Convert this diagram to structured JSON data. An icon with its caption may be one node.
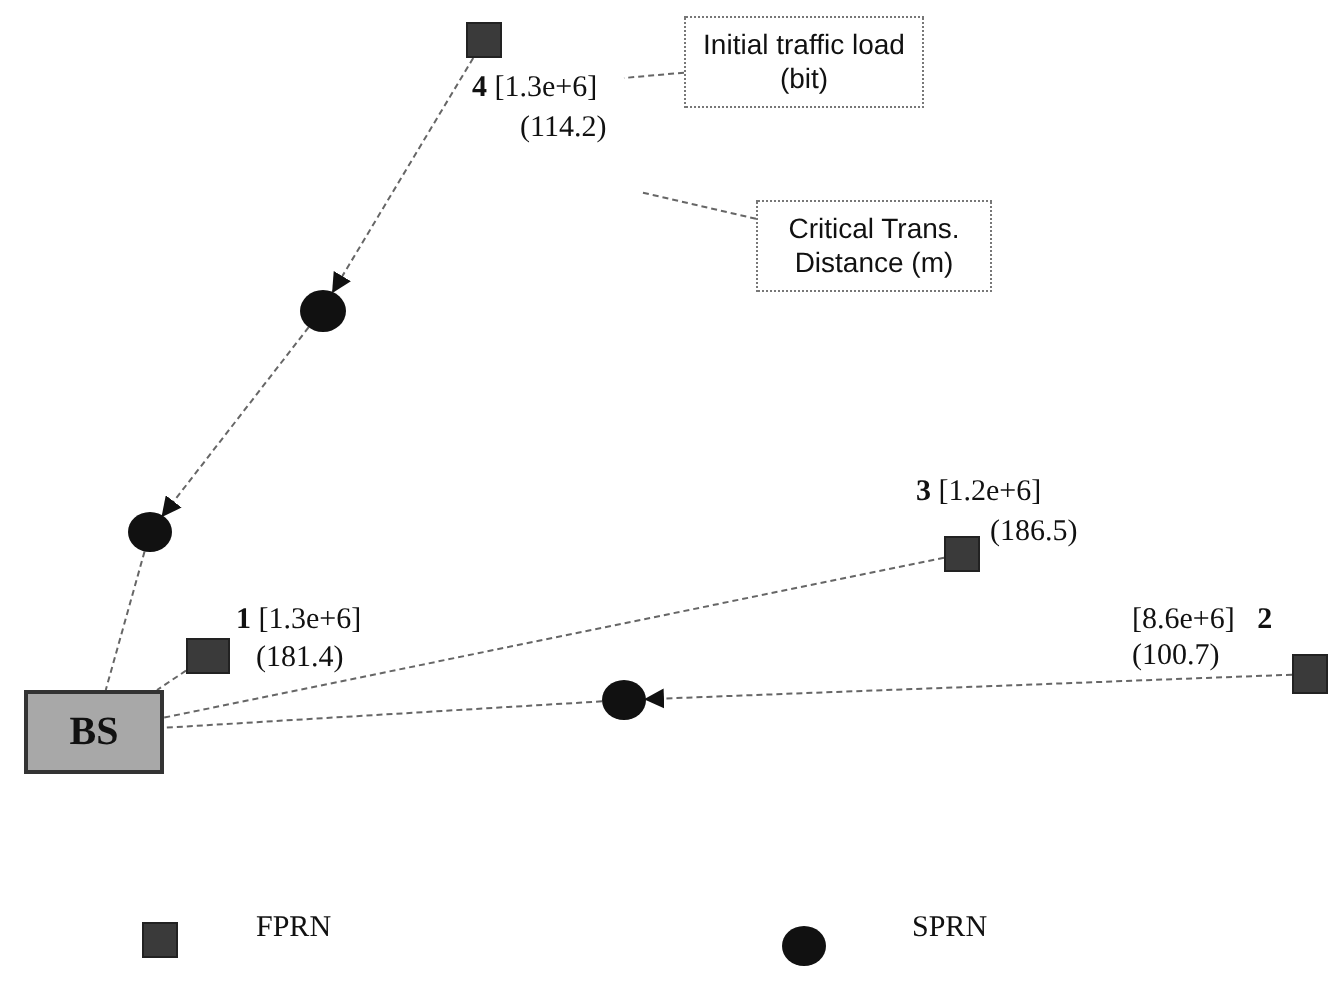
{
  "diagram": {
    "nodes": [
      {
        "text": [],
        "shape": "box",
        "beside": [
          "**4** [1.3e+6]",
          "(114.2)"
        ]
      },
      {
        "text": [
          "Initial traffic load (bit)"
        ]
      },
      {
        "text": [
          "Critical Trans. Distance (m)"
        ]
      },
      {
        "text": [],
        "shape": "circle"
      },
      {
        "text": [],
        "shape": "box",
        "beside": [
          "**3** [1.2e+6]",
          "(186.5)"
        ]
      },
      {
        "text": [],
        "shape": "circle"
      },
      {
        "text": [],
        "shape": "box",
        "beside": [
          "**1** [1.3e+6]",
          "(181.4)"
        ]
      },
      {
        "text": [],
        "shape": "box",
        "beside": [
          "[8.6e+6]   **2**",
          "(100.7)"
        ]
      },
      {
        "text": [
          "BS"
        ]
      },
      {
        "text": [],
        "shape": "circle"
      }
    ],
    "edges": [
      {
        "from": 0,
        "to": 3,
        "arrow": "to"
      },
      {
        "from": 3,
        "to": 5,
        "arrow": "to"
      },
      {
        "from": 5,
        "to": 8,
        "arrow": "none"
      },
      {
        "from": 6,
        "to": 8,
        "arrow": "none"
      },
      {
        "from": 4,
        "to": 8,
        "arrow": "none"
      },
      {
        "from": 7,
        "to": 9,
        "arrow": "to"
      },
      {
        "from": 9,
        "to": 8,
        "arrow": "none"
      },
      {
        "from": 1,
        "to": 0,
        "arrow": "none"
      },
      {
        "from": 2,
        "to": 0,
        "arrow": "none"
      }
    ],
    "legend": [
      {
        "text": "FPRN"
      },
      {
        "text": "SPRN"
      }
    ]
  }
}
